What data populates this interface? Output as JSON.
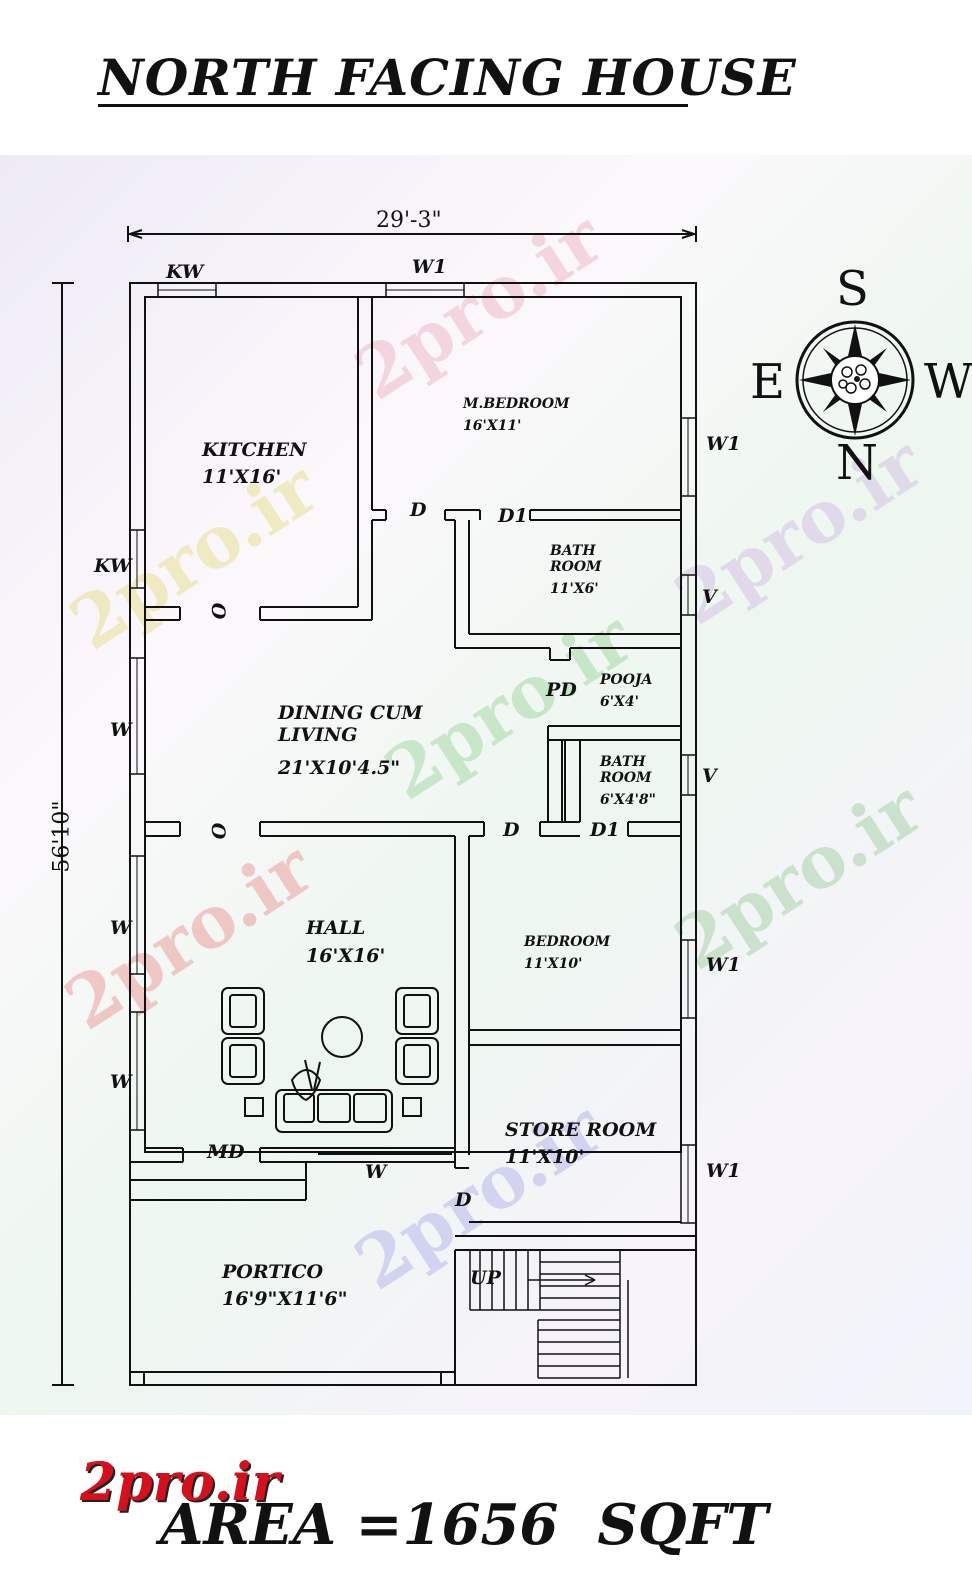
{
  "title": "NORTH FACING HOUSE",
  "dimensions": {
    "width": "29'-3\"",
    "depth": "56'10\""
  },
  "compass": {
    "top": "S",
    "left": "E",
    "right": "W",
    "bottom": "N"
  },
  "rooms": {
    "kitchen": {
      "name": "KITCHEN",
      "size": "11'X16'"
    },
    "master_bedroom": {
      "name": "M.BEDROOM",
      "size": "16'X11'"
    },
    "bath1": {
      "name": "BATH\nROOM",
      "size": "11'X6'"
    },
    "pooja": {
      "name": "POOJA",
      "size": "6'X4'"
    },
    "dining": {
      "name": "DINING CUM\nLIVING",
      "size": "21'X10'4.5\""
    },
    "bath2": {
      "name": "BATH\nROOM",
      "size": "6'X4'8\""
    },
    "hall": {
      "name": "HALL",
      "size": "16'X16'"
    },
    "bedroom": {
      "name": "BEDROOM",
      "size": "11'X10'"
    },
    "store": {
      "name": "STORE ROOM",
      "size": "11'X10'"
    },
    "portico": {
      "name": "PORTICO",
      "size": "16'9\"X11'6\""
    }
  },
  "openings": {
    "kw_top": "KW",
    "w1_top": "W1",
    "kw_left": "KW",
    "w1_mbed": "W1",
    "d_mbed": "D",
    "d1_bath": "D1",
    "v_bath1": "V",
    "pd": "PD",
    "o_kitchen": "O",
    "w_dining": "W",
    "v_bath2": "V",
    "o_hall": "O",
    "d_bed": "D",
    "d1_bath2": "D1",
    "w_hall1": "W",
    "w1_bed": "W1",
    "w_hall2": "W",
    "md": "MD",
    "w_front": "W",
    "d_store": "D",
    "w1_store": "W1",
    "up": "UP"
  },
  "watermark": "2pro.ir",
  "brand": "2pro.ir",
  "area": "AREA =1656  SQFT"
}
